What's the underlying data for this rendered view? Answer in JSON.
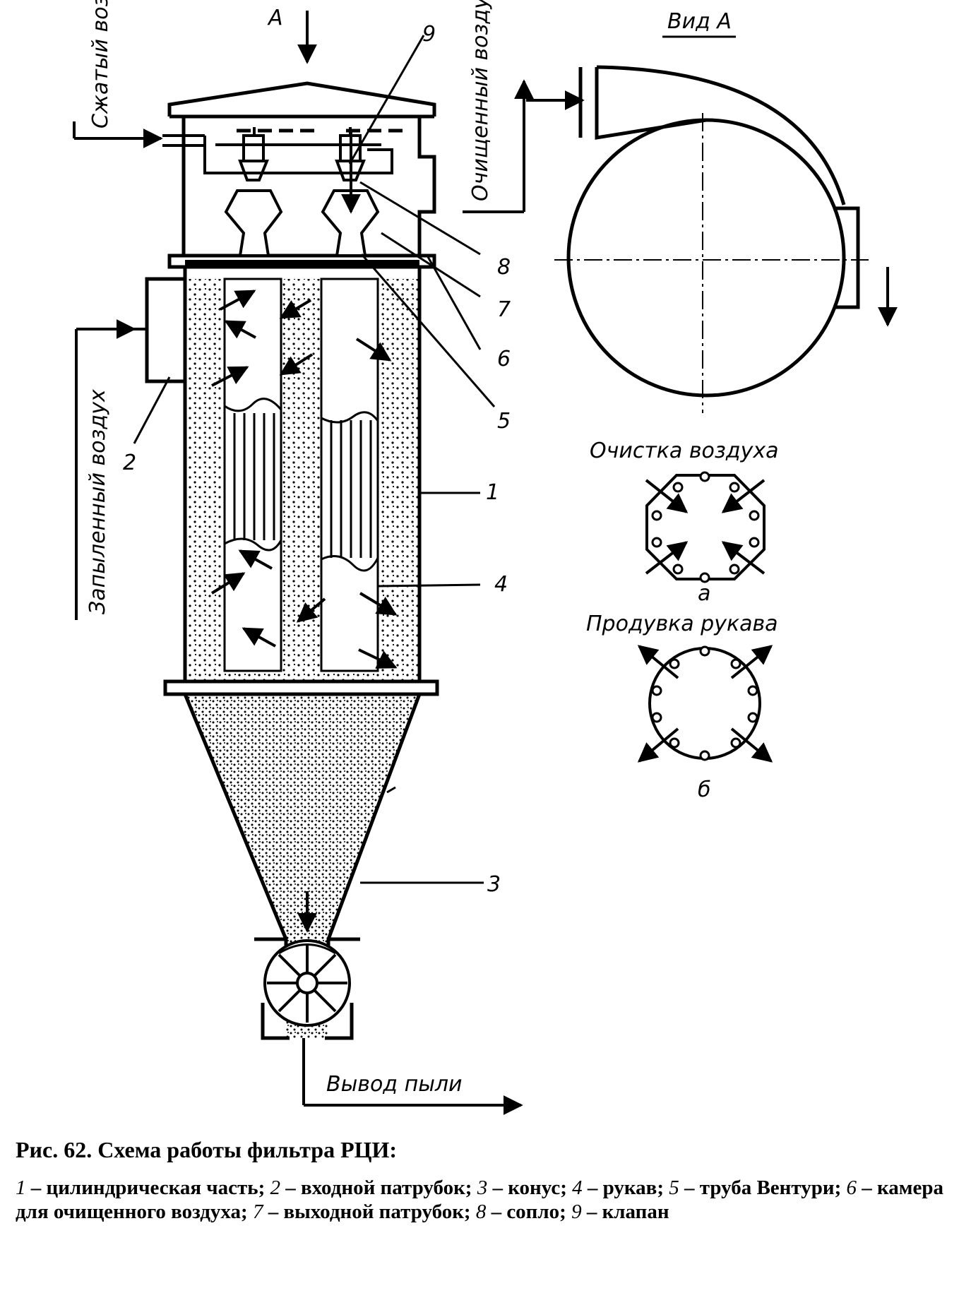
{
  "labels": {
    "view_arrow": "A",
    "compressed_air": "Сжатый воздух",
    "cleaned_air": "Очищенный воздух",
    "dusty_air": "Запыленный воздух",
    "view_a": "Вид А",
    "air_cleaning": "Очистка воздуха",
    "sub_a": "а",
    "sleeve_purge": "Продувка рукава",
    "sub_b": "б",
    "dust_outlet": "Вывод пыли"
  },
  "numbers": [
    "1",
    "2",
    "3",
    "4",
    "5",
    "6",
    "7",
    "8",
    "9"
  ],
  "caption": {
    "title": "Рис. 62. Схема работы фильтра РЦИ:",
    "legend": [
      {
        "n": "1",
        "text": " – цилиндрическая часть; "
      },
      {
        "n": "2",
        "text": " – входной патрубок; "
      },
      {
        "n": "3",
        "text": " – конус; "
      },
      {
        "n": "4",
        "text": " – рукав; "
      },
      {
        "n": "5",
        "text": " – труба Вентури; "
      },
      {
        "n": "6",
        "text": " – камера для очищенного воздуха; "
      },
      {
        "n": "7",
        "text": " – выходной патрубок; "
      },
      {
        "n": "8",
        "text": " – сопло; "
      },
      {
        "n": "9",
        "text": " – клапан"
      }
    ]
  }
}
